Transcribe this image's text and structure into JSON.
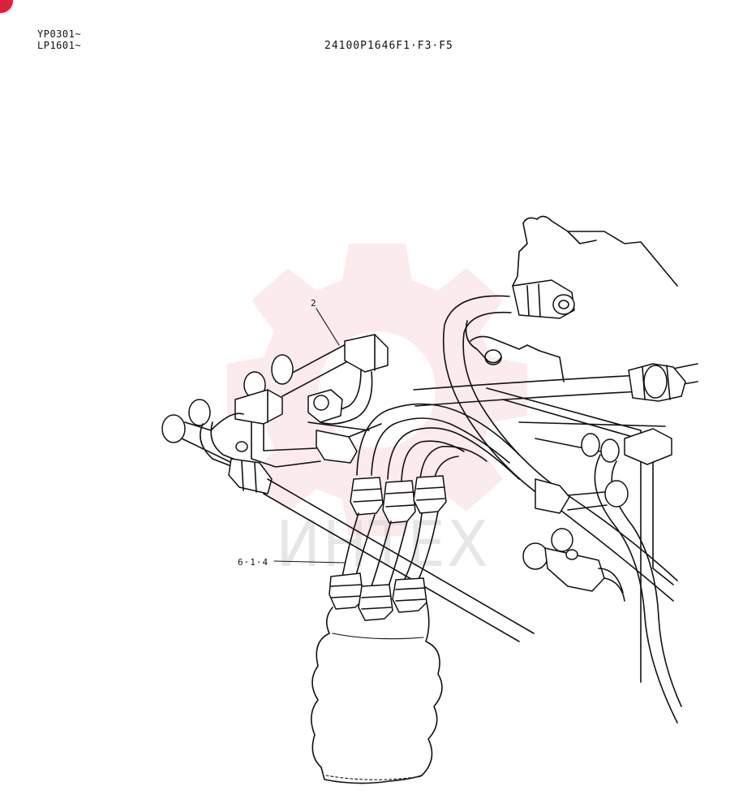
{
  "header": {
    "serial_line_1": "YP0301~",
    "serial_line_2": "LP1601~",
    "part_number": "24100P1646F1·F3·F5"
  },
  "callouts": {
    "item_2": "2",
    "item_614": "6·1·4"
  },
  "watermark": {
    "text": "ИНТЕХ",
    "color": "#f4c7cc"
  },
  "colors": {
    "corner_mark": "#d8223a",
    "line": "#111111"
  }
}
